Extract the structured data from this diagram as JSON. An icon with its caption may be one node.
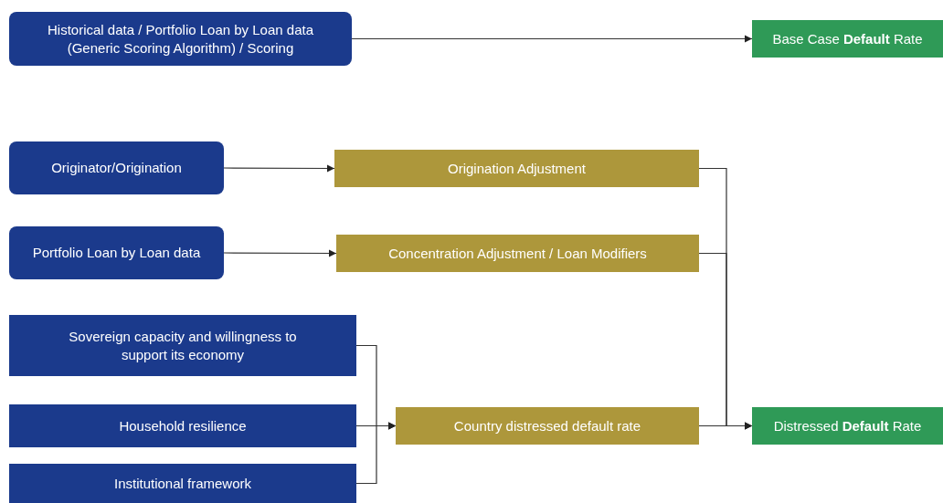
{
  "diagram": {
    "nodes": [
      {
        "text": [
          "Historical data / Portfolio Loan by Loan data (Generic Scoring Algorithm) / Scoring"
        ]
      },
      {
        "text": [
          "Base Case **Default** Rate"
        ]
      },
      {
        "text": [
          "Originator/Origination"
        ]
      },
      {
        "text": [
          "Origination Adjustment"
        ]
      },
      {
        "text": [
          "Portfolio Loan by Loan data"
        ]
      },
      {
        "text": [
          "Concentration Adjustment / Loan Modifiers"
        ]
      },
      {
        "text": [
          "Sovereign capacity and willingness to support its economy"
        ]
      },
      {
        "text": [
          "Household resilience"
        ]
      },
      {
        "text": [
          "Institutional framework"
        ]
      },
      {
        "text": [
          "Country distressed default rate"
        ]
      },
      {
        "text": [
          "Distressed **Default** Rate"
        ]
      }
    ],
    "edges": [
      {
        "from": 0,
        "to": 1,
        "arrow": "to"
      },
      {
        "from": 2,
        "to": 3,
        "arrow": "to"
      },
      {
        "from": 4,
        "to": 5,
        "arrow": "to"
      },
      {
        "from": 6,
        "to": 9,
        "arrow": "to"
      },
      {
        "from": 7,
        "to": 9,
        "arrow": "to"
      },
      {
        "from": 8,
        "to": 9,
        "arrow": "to"
      },
      {
        "from": 3,
        "to": 10,
        "arrow": "to"
      },
      {
        "from": 5,
        "to": 10,
        "arrow": "to"
      },
      {
        "from": 9,
        "to": 10,
        "arrow": "to"
      }
    ]
  }
}
